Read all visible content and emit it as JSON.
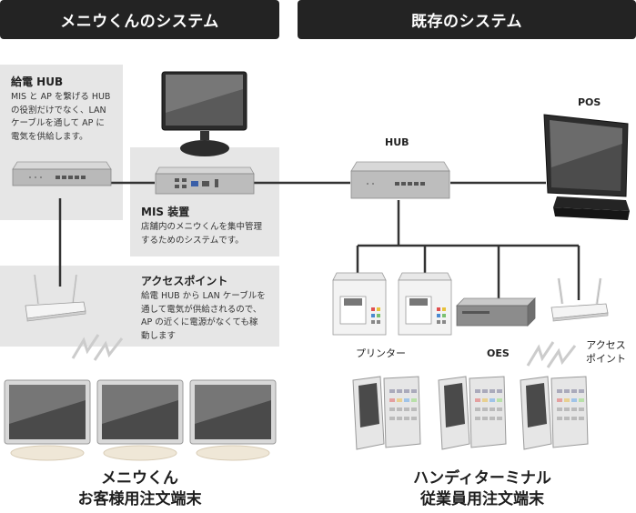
{
  "headers": {
    "left": "メニウくんのシステム",
    "right": "既存のシステム"
  },
  "panels": {
    "poe_hub": {
      "title": "給電 HUB",
      "lines": [
        "MIS と AP を繋げる HUB",
        "の役割だけでなく、LAN",
        "ケーブルを通して AP に",
        "電気を供給します。"
      ]
    },
    "mis": {
      "title": "MIS 装置",
      "lines": [
        "店舗内のメニウくんを集中管理",
        "するためのシステムです。"
      ]
    },
    "access_point": {
      "title": "アクセスポイント",
      "lines": [
        "給電 HUB から LAN ケーブルを",
        "通して電気が供給されるので、",
        "AP の近くに電源がなくても稼",
        "動します"
      ]
    }
  },
  "labels": {
    "pos": "POS",
    "hub": "HUB",
    "printer": "プリンター",
    "oes": "OES",
    "ap_right": [
      "アクセス",
      "ポイント"
    ]
  },
  "footers": {
    "left": [
      "メニウくん",
      "お客様用注文端末"
    ],
    "right": [
      "ハンディターミナル",
      "従業員用注文端末"
    ]
  },
  "icons": {
    "hub": "network-hub-icon",
    "monitor": "monitor-icon",
    "server": "server-box-icon",
    "router": "wireless-router-icon",
    "pos": "pos-terminal-icon",
    "printer": "printer-icon",
    "oes": "oes-box-icon",
    "handheld": "handheld-terminal-icon",
    "wifi": "wireless-signal-icon"
  }
}
